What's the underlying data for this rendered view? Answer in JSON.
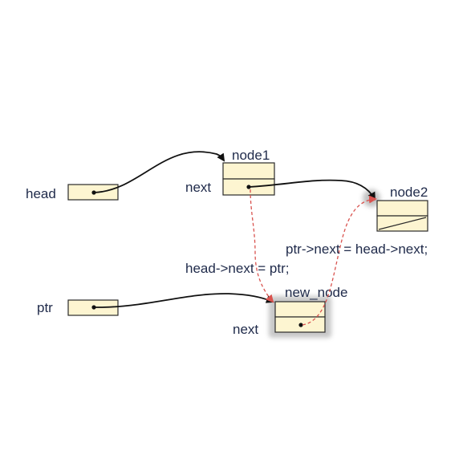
{
  "labels": {
    "head": "head",
    "ptr": "ptr",
    "node1": "node1",
    "node1_next": "next",
    "node2": "node2",
    "new_node": "new_node",
    "new_node_next": "next",
    "stmt_ptr_next": "ptr->next = head->next;",
    "stmt_head_next": "head->next = ptr;"
  },
  "colors": {
    "box_fill": "#fdf5d1",
    "box_stroke": "#2a2a2a",
    "text": "#1f2a4a",
    "arrow_solid": "#111111",
    "arrow_dashed": "#d9534f",
    "highlight": "#9a9a9a"
  }
}
